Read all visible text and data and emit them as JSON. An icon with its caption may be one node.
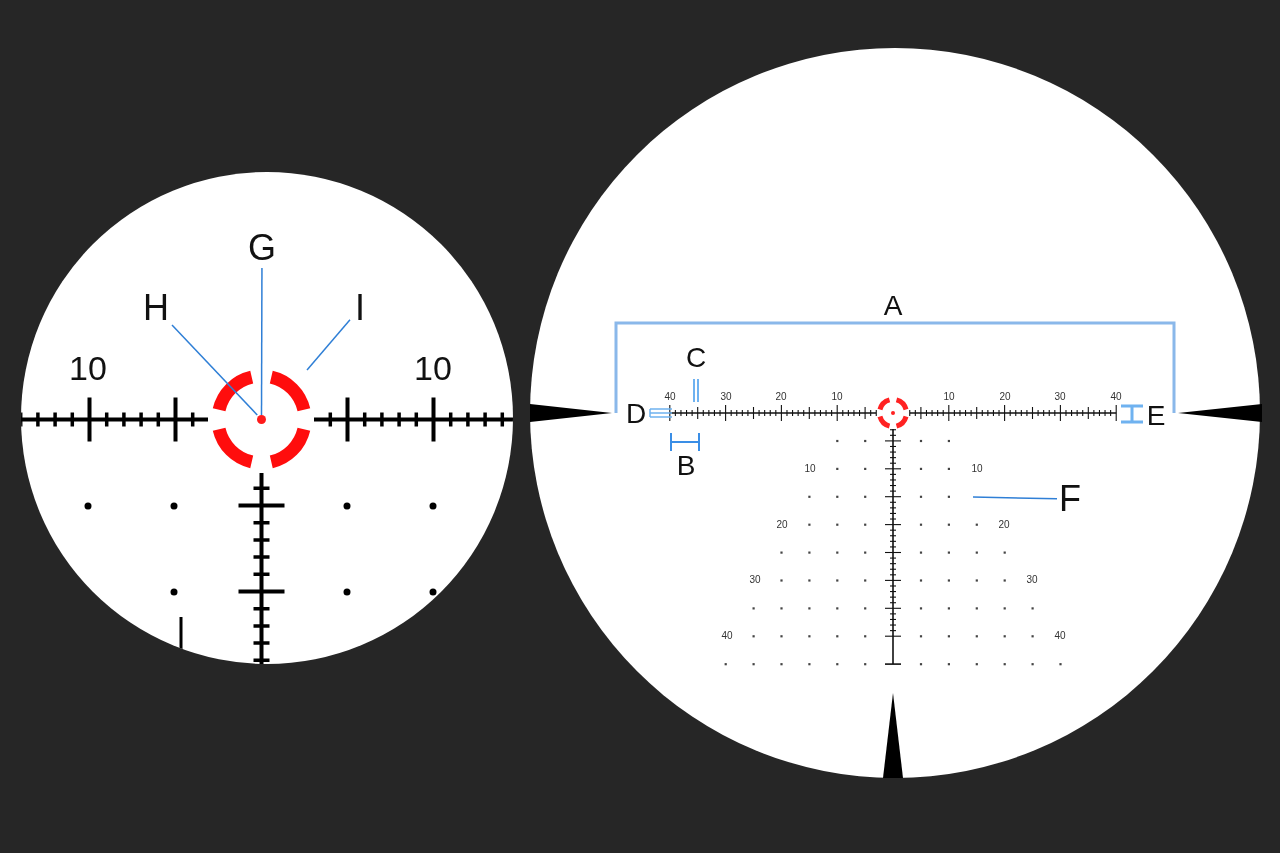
{
  "diagram": {
    "nodes": [
      {
        "text": [
          "G"
        ]
      },
      {
        "text": [
          "H"
        ]
      },
      {
        "text": [
          "I"
        ]
      },
      {
        "text": [
          "F"
        ]
      },
      {
        "text": [],
        "shape": "circle"
      },
      {
        "text": [],
        "shape": "arc"
      }
    ],
    "edges": [
      {
        "from": 0,
        "to": 4,
        "arrow": "none"
      },
      {
        "from": 1,
        "to": 4,
        "arrow": "none"
      },
      {
        "from": 2,
        "to": 5,
        "arrow": "none"
      },
      {
        "from": 3,
        "to": null,
        "arrow": "none"
      }
    ],
    "labels": [
      "10",
      "10",
      "A",
      "C",
      "40",
      "30",
      "20",
      "10",
      "10",
      "20",
      "30",
      "40",
      "D",
      "E",
      "B",
      "10",
      "10",
      "20",
      "20",
      "30",
      "30",
      "40",
      "40"
    ]
  }
}
